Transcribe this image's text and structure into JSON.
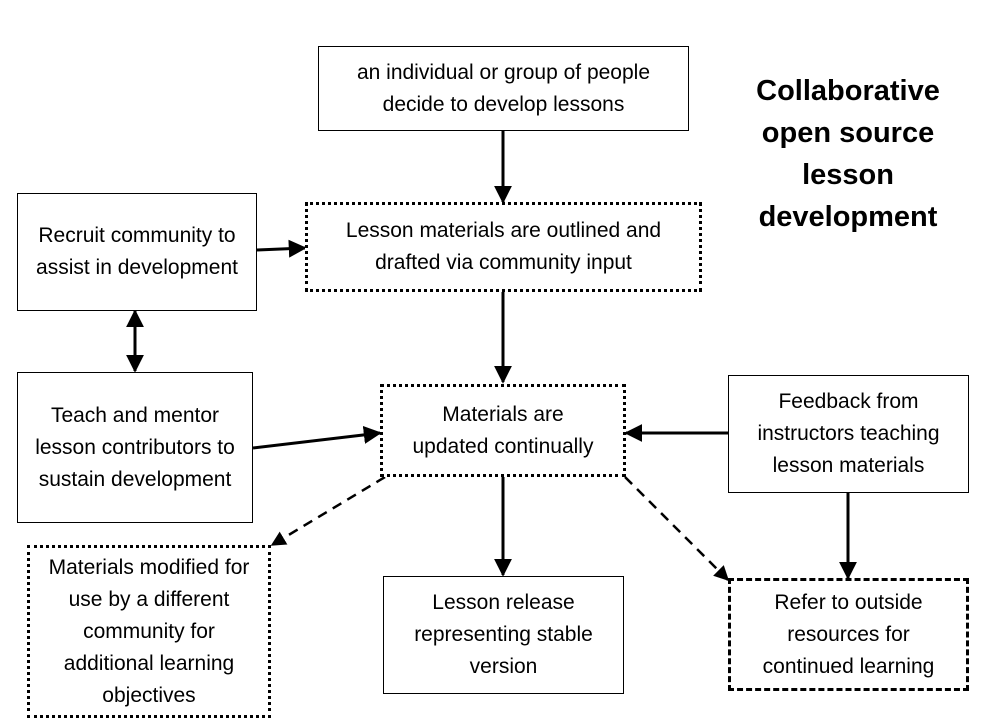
{
  "title": "Collaborative open source lesson development",
  "nodes": {
    "start": "an individual or group of people decide to develop lessons",
    "recruit": "Recruit community to assist in development",
    "outlined": "Lesson materials are outlined and drafted via community input",
    "teach": "Teach and mentor lesson contributors to sustain development",
    "updated": "Materials are updated continually",
    "feedback": "Feedback from instructors teaching lesson materials",
    "modified": "Materials modified for use by a different community for additional learning objectives",
    "release": "Lesson release representing stable version",
    "refer": "Refer to outside resources for continued learning"
  },
  "edges": [
    {
      "from": "start",
      "to": "outlined",
      "style": "solid",
      "arrow": "end"
    },
    {
      "from": "recruit",
      "to": "outlined",
      "style": "solid",
      "arrow": "end"
    },
    {
      "from": "recruit",
      "to": "teach",
      "style": "solid",
      "arrow": "both"
    },
    {
      "from": "outlined",
      "to": "updated",
      "style": "solid",
      "arrow": "end"
    },
    {
      "from": "teach",
      "to": "updated",
      "style": "solid",
      "arrow": "end"
    },
    {
      "from": "feedback",
      "to": "updated",
      "style": "solid",
      "arrow": "end"
    },
    {
      "from": "updated",
      "to": "release",
      "style": "solid",
      "arrow": "end"
    },
    {
      "from": "updated",
      "to": "modified",
      "style": "dashed",
      "arrow": "end"
    },
    {
      "from": "updated",
      "to": "refer",
      "style": "dashed",
      "arrow": "end"
    },
    {
      "from": "feedback",
      "to": "refer",
      "style": "solid",
      "arrow": "end"
    }
  ]
}
